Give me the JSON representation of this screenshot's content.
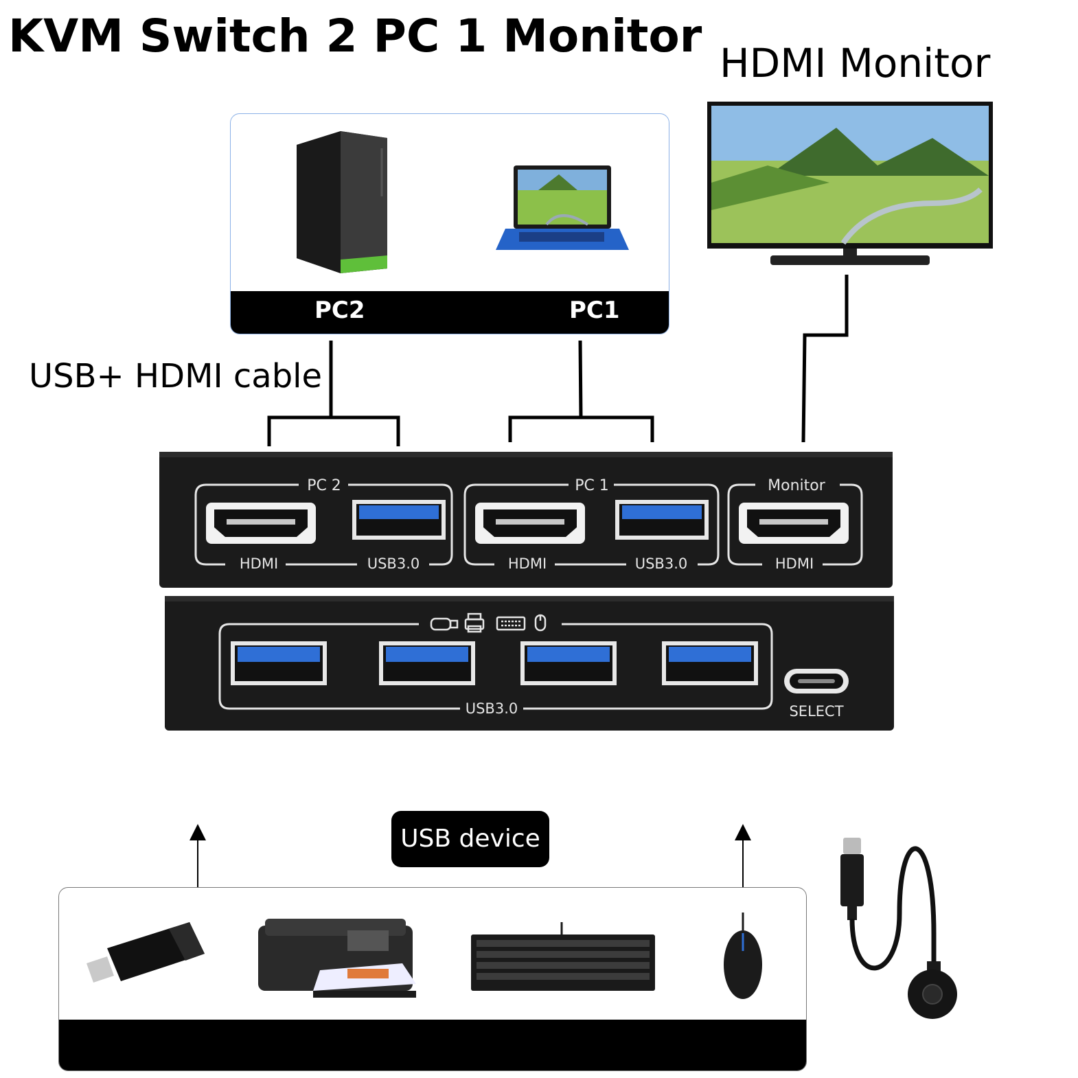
{
  "title": "KVM Switch 2 PC 1 Monitor",
  "monitor_label": "HDMI Monitor",
  "cable_label": "USB+ HDMI cable",
  "pc_panel": {
    "pc2": "PC2",
    "pc1": "PC1"
  },
  "switch_top": {
    "group_pc2": "PC 2",
    "group_pc1": "PC 1",
    "group_monitor": "Monitor",
    "hdmi": "HDMI",
    "usb": "USB3.0"
  },
  "switch_bottom": {
    "usb": "USB3.0",
    "select": "SELECT",
    "icons": [
      "usb-drive-icon",
      "printer-icon",
      "keyboard-icon",
      "mouse-icon"
    ]
  },
  "usb_device_label": "USB device",
  "devices": [
    "usb-flash-drive",
    "printer",
    "keyboard",
    "mouse",
    "remote-select-button"
  ],
  "colors": {
    "port_blue": "#2f6fd6",
    "switch_body": "#1b1b1b",
    "bar": "#000000"
  }
}
